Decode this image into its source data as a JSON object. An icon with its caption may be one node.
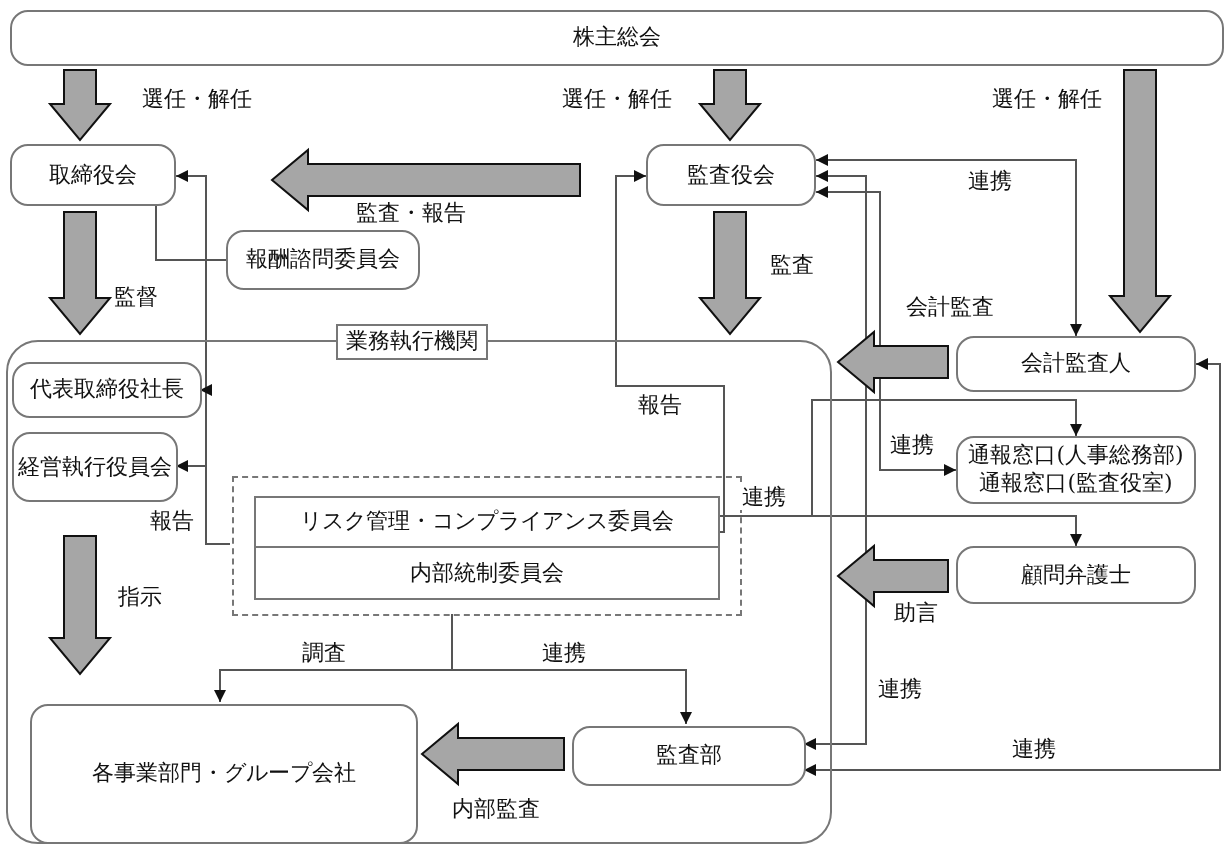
{
  "diagram": {
    "nodes": [
      {
        "text": [
          "株主総会"
        ]
      },
      {
        "text": [
          "取締役会"
        ]
      },
      {
        "text": [
          "報酬諮問委員会"
        ]
      },
      {
        "text": [
          "監査役会"
        ]
      },
      {
        "text": [
          "業務執行機関"
        ]
      },
      {
        "text": [
          "代表取締役社長"
        ],
        "in": 4
      },
      {
        "text": [
          "経営執行役員会"
        ],
        "in": 4
      },
      {
        "text": [],
        "shape": "box",
        "in": 4
      },
      {
        "text": [
          "リスク管理・コンプライアンス委員会"
        ],
        "in": 7
      },
      {
        "text": [
          "内部統制委員会"
        ],
        "in": 7
      },
      {
        "text": [
          "各事業部門・グループ会社"
        ],
        "in": 4
      },
      {
        "text": [
          "監査部"
        ],
        "in": 4
      },
      {
        "text": [
          "会計監査人"
        ]
      },
      {
        "text": [
          "通報窓口(人事総務部)",
          "通報窓口(監査役室)"
        ]
      },
      {
        "text": [
          "顧問弁護士"
        ]
      }
    ],
    "edges": [
      {
        "from": 0,
        "to": 1,
        "arrow": "to",
        "style": "thick",
        "label": "選任・解任"
      },
      {
        "from": 0,
        "to": 3,
        "arrow": "to",
        "style": "thick",
        "label": "選任・解任"
      },
      {
        "from": 0,
        "to": 12,
        "arrow": "to",
        "style": "thick",
        "label": "選任・解任"
      },
      {
        "from": 3,
        "to": 1,
        "arrow": "to",
        "style": "thick",
        "label": "監査・報告"
      },
      {
        "from": 1,
        "to": 4,
        "arrow": "to",
        "style": "thick",
        "label": "監督"
      },
      {
        "from": 3,
        "to": 4,
        "arrow": "to",
        "style": "thick",
        "label": "監査"
      },
      {
        "from": 12,
        "to": 4,
        "arrow": "to",
        "style": "thick",
        "label": "会計監査"
      },
      {
        "from": 14,
        "to": 4,
        "arrow": "to",
        "style": "thick",
        "label": "助言"
      },
      {
        "from": 6,
        "to": 10,
        "arrow": "to",
        "style": "thick",
        "label": "指示"
      },
      {
        "from": 11,
        "to": 10,
        "arrow": "to",
        "style": "thick",
        "label": "内部監査"
      },
      {
        "from": 2,
        "to": 1,
        "arrow": "none"
      },
      {
        "from": 7,
        "to": 1,
        "arrow": "to",
        "label": "報告"
      },
      {
        "from": 7,
        "to": 5,
        "arrow": "to"
      },
      {
        "from": 7,
        "to": 6,
        "arrow": "to"
      },
      {
        "from": 8,
        "to": 3,
        "arrow": "to",
        "label": "報告"
      },
      {
        "from": 3,
        "to": 12,
        "arrow": "both",
        "label": "連携"
      },
      {
        "from": 3,
        "to": 13,
        "arrow": "both",
        "label": "連携"
      },
      {
        "from": 3,
        "to": 11,
        "arrow": "both",
        "label": "連携"
      },
      {
        "from": 8,
        "to": 13,
        "arrow": "to",
        "label": "連携"
      },
      {
        "from": 8,
        "to": 14,
        "arrow": "to"
      },
      {
        "from": 12,
        "to": 11,
        "arrow": "both",
        "label": "連携"
      },
      {
        "from": 7,
        "to": 10,
        "arrow": "to",
        "label": "調査"
      },
      {
        "from": 7,
        "to": 11,
        "arrow": "to",
        "label": "連携"
      }
    ]
  }
}
